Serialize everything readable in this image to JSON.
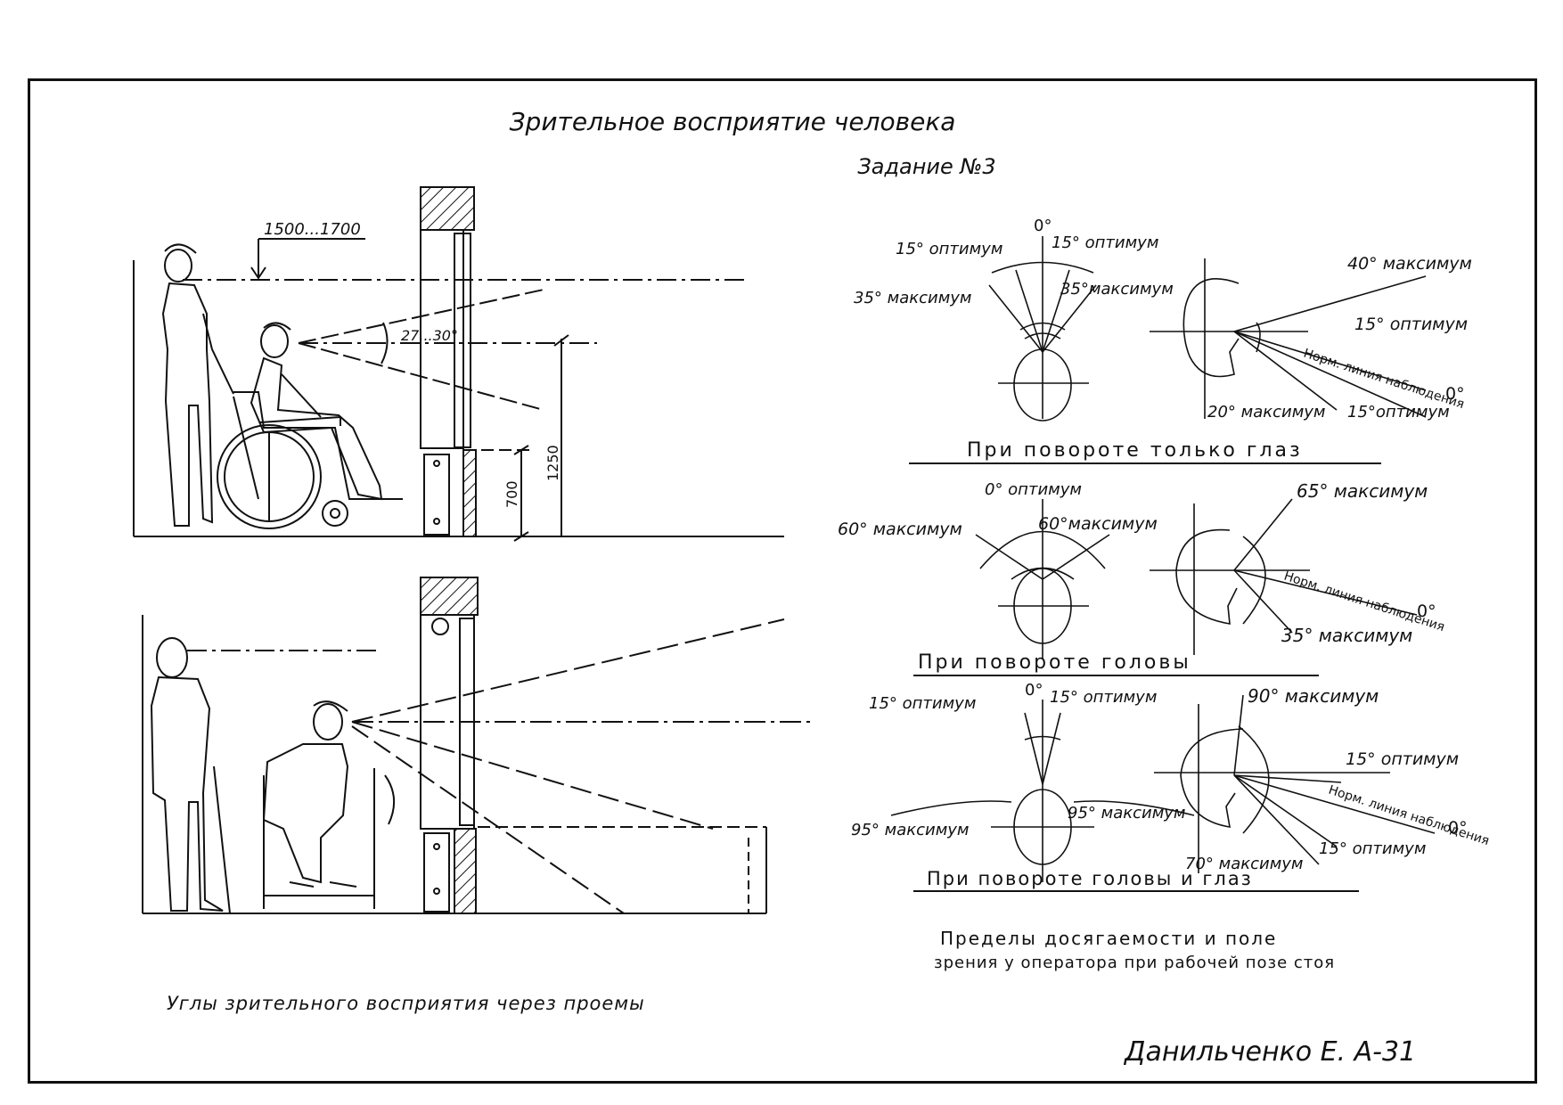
{
  "title": "Зрительное восприятие человека",
  "subtitle": "Задание №3",
  "left": {
    "dims": {
      "eye_height": "1500...1700",
      "angle": "27...30°",
      "h1250": "1250",
      "h700": "700"
    },
    "caption": "Углы зрительного восприятия через проемы"
  },
  "right": {
    "section1": {
      "title": "При повороте только глаз",
      "top_0": "0°",
      "top_15_left": "15° оптимум",
      "top_15_right": "15° оптимум",
      "top_35_left": "35° максимум",
      "top_35_right": "35°максимум",
      "side_40": "40° максимум",
      "side_15_top": "15° оптимум",
      "side_norm": "Норм. линия наблюдения",
      "side_0": "0°",
      "side_20": "20° максимум",
      "side_15_bottom": "15°оптимум"
    },
    "section2": {
      "title": "При повороте головы",
      "top_0": "0° оптимум",
      "top_60_left": "60° максимум",
      "top_60_right": "60°максимум",
      "side_65": "65° максимум",
      "side_norm": "Норм. линия наблюдения",
      "side_0": "0°",
      "side_35": "35° максимум"
    },
    "section3": {
      "title": "При повороте головы и глаз",
      "top_0": "0°",
      "top_15_left": "15° оптимум",
      "top_15_right": "15° оптимум",
      "top_95_left": "95° максимум",
      "top_95_right": "95° максимум",
      "side_90": "90° максимум",
      "side_15_top": "15° оптимум",
      "side_norm": "Норм. линия наблюдения",
      "side_0": "0°",
      "side_15_bottom": "15° оптимум",
      "side_70": "70° максимум"
    },
    "caption_line1": "Пределы досягаемости и поле",
    "caption_line2": "зрения у оператора при рабочей позе стоя"
  },
  "signature": "Данильченко Е. А-31"
}
